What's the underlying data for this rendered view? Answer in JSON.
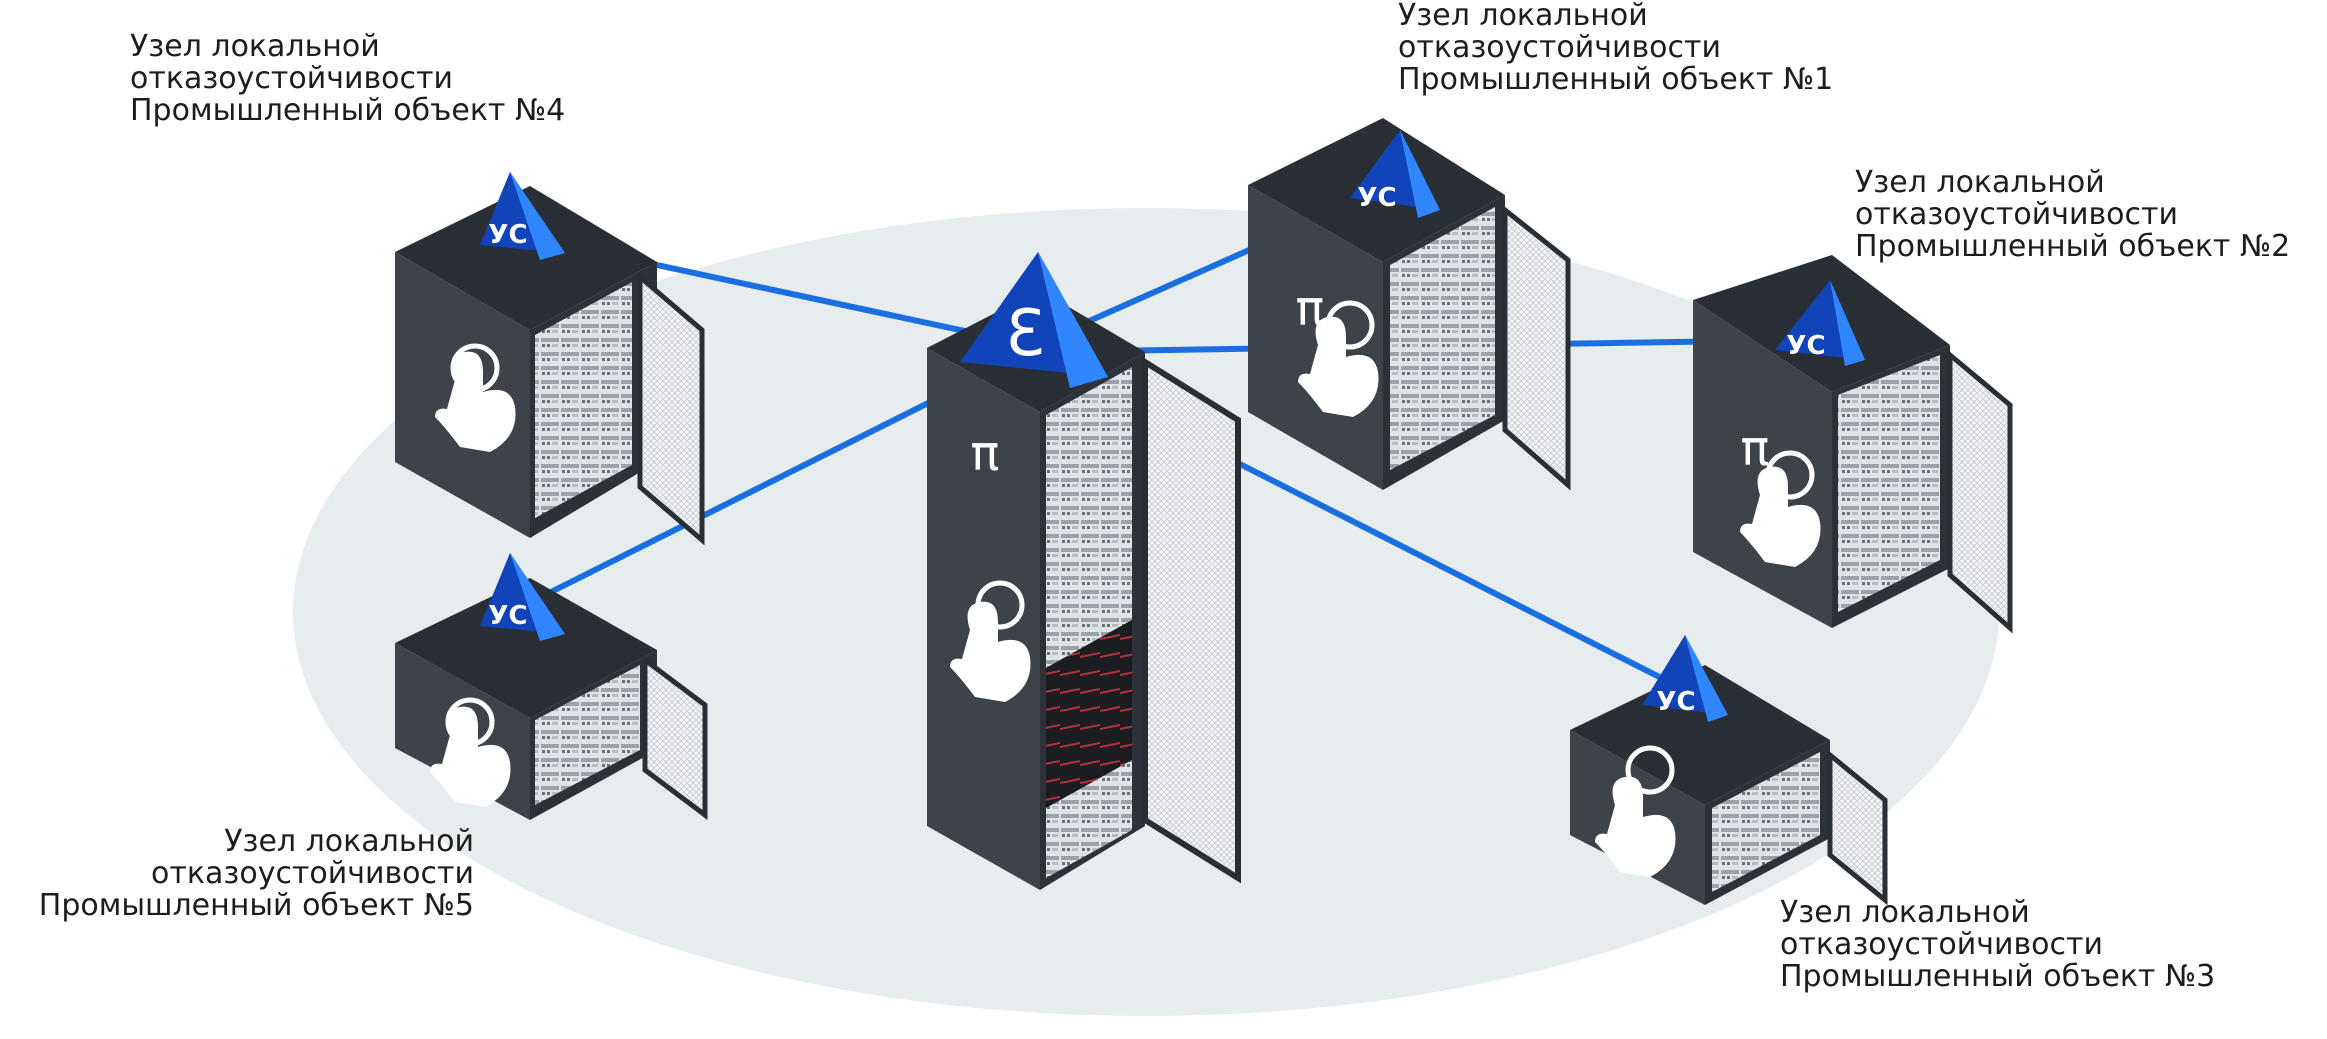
{
  "nodes": [
    {
      "lines": [
        "Узел локальной",
        "отказоустойчивости",
        "Промышленный объект №1"
      ],
      "badge": "УС"
    },
    {
      "lines": [
        "Узел локальной",
        "отказоустойчивости",
        "Промышленный объект №2"
      ],
      "badge": "УС"
    },
    {
      "lines": [
        "Узел локальной",
        "отказоустойчивости",
        "Промышленный объект №3"
      ],
      "badge": "УС"
    },
    {
      "lines": [
        "Узел локальной",
        "отказоустойчивости",
        "Промышленный объект №4"
      ],
      "badge": "УС"
    },
    {
      "lines": [
        "Узел локальной",
        "отказоустойчивости",
        "Промышленный объект №5"
      ],
      "badge": "УС"
    }
  ],
  "center": {
    "badge": "Ɛ"
  },
  "pi_symbol": "π",
  "colors": {
    "link": "#1a6fe0",
    "pyramid_light": "#2f86ff",
    "pyramid_dark": "#1144b8",
    "rack_top": "#2a2f35",
    "rack_front": "#3d4349",
    "rack_side": "#2d3238",
    "floor": "#e7ecef"
  }
}
